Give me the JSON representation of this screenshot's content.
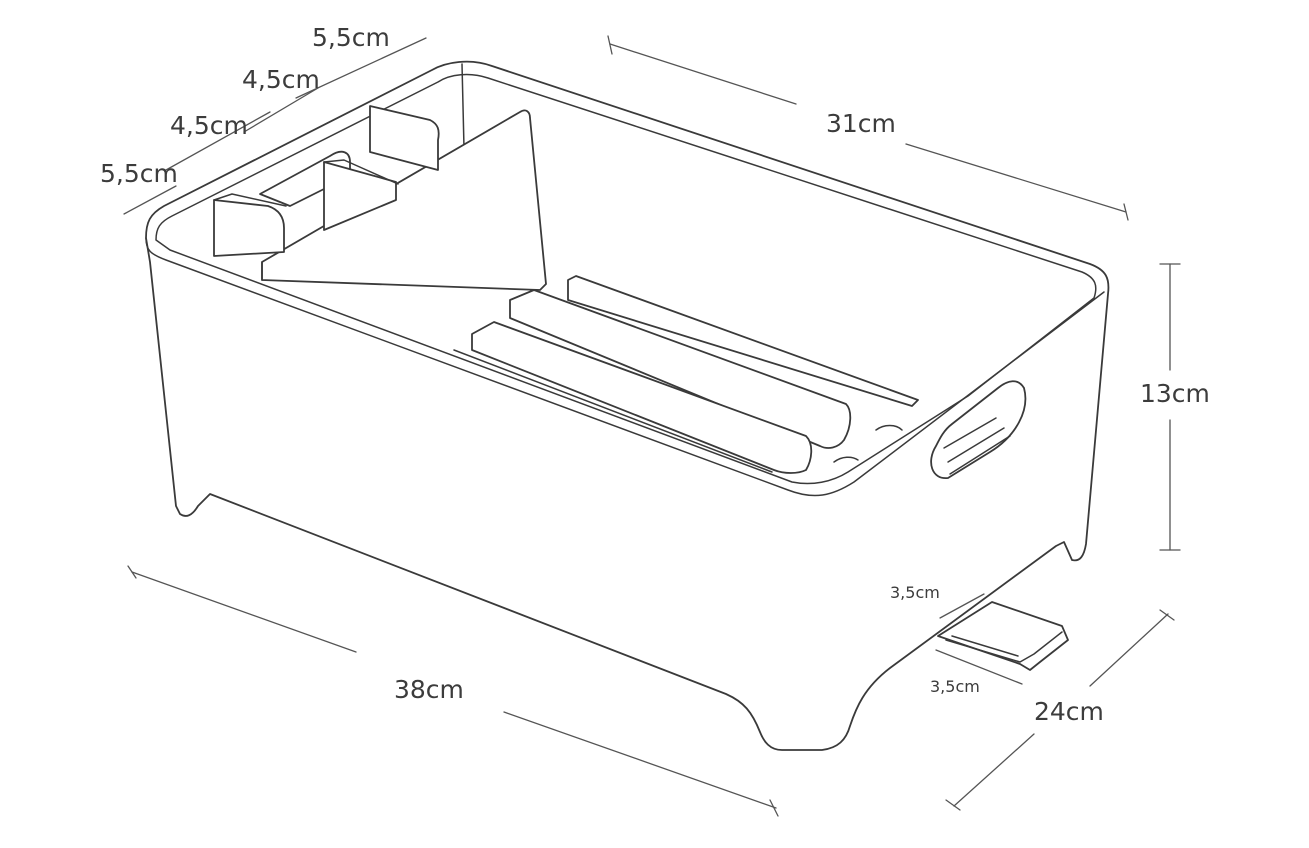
{
  "dimensions": {
    "top_length": "31cm",
    "height": "13cm",
    "bottom_length": "38cm",
    "depth": "24cm",
    "compartment_1": "5,5cm",
    "compartment_2": "4,5cm",
    "compartment_3": "4,5cm",
    "compartment_4": "5,5cm",
    "spout_width": "3,5cm",
    "spout_length": "3,5cm"
  },
  "colors": {
    "line": "#3a3a3a",
    "text": "#3c3c3c",
    "background": "#ffffff"
  }
}
